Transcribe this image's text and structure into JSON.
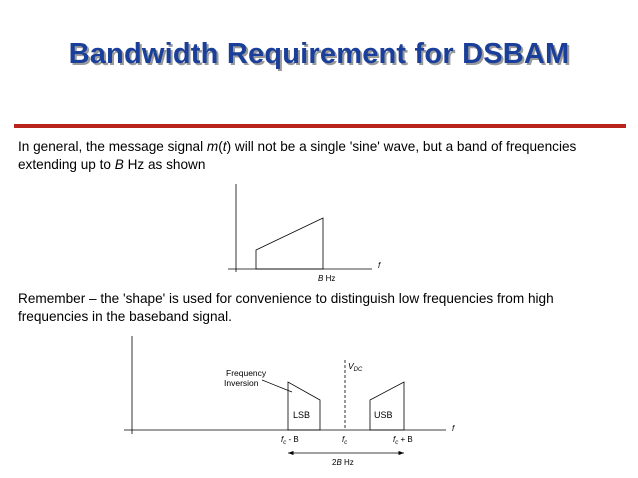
{
  "slide": {
    "title": "Bandwidth Requirement for DSBAM",
    "para1": {
      "pre": "In general, the message signal ",
      "m": "m",
      "paren_open": "(",
      "t": "t",
      "paren_close": ")",
      "mid": " will not be a single 'sine' wave, but a band of frequencies",
      "line2_pre": "extending up to ",
      "B": "B",
      "line2_post": " Hz as shown"
    },
    "para2": "Remember – the 'shape' is used for convenience to distinguish low frequencies from high frequencies in the baseband signal."
  },
  "diagram1": {
    "f_label": "f",
    "b_label": "B",
    "hz_label": "Hz"
  },
  "diagram2": {
    "freq_inversion_line1": "Frequency",
    "freq_inversion_line2": "Inversion",
    "vdc_v": "V",
    "vdc_sub": "DC",
    "lsb": "LSB",
    "usb": "USB",
    "f_label": "f",
    "fc_minus_f": "f",
    "fc_minus_sub": "c",
    "fc_minus_rest": " - B",
    "fc_f": "f",
    "fc_sub": "c",
    "fc_plus_f": "f",
    "fc_plus_sub": "c",
    "fc_plus_rest": " + B",
    "bw_2": "2",
    "bw_B": "B",
    "bw_hz": " Hz"
  },
  "colors": {
    "title": "#1a3f9a",
    "rule": "#b8231c",
    "title_shadow": "#9a9a9a"
  }
}
